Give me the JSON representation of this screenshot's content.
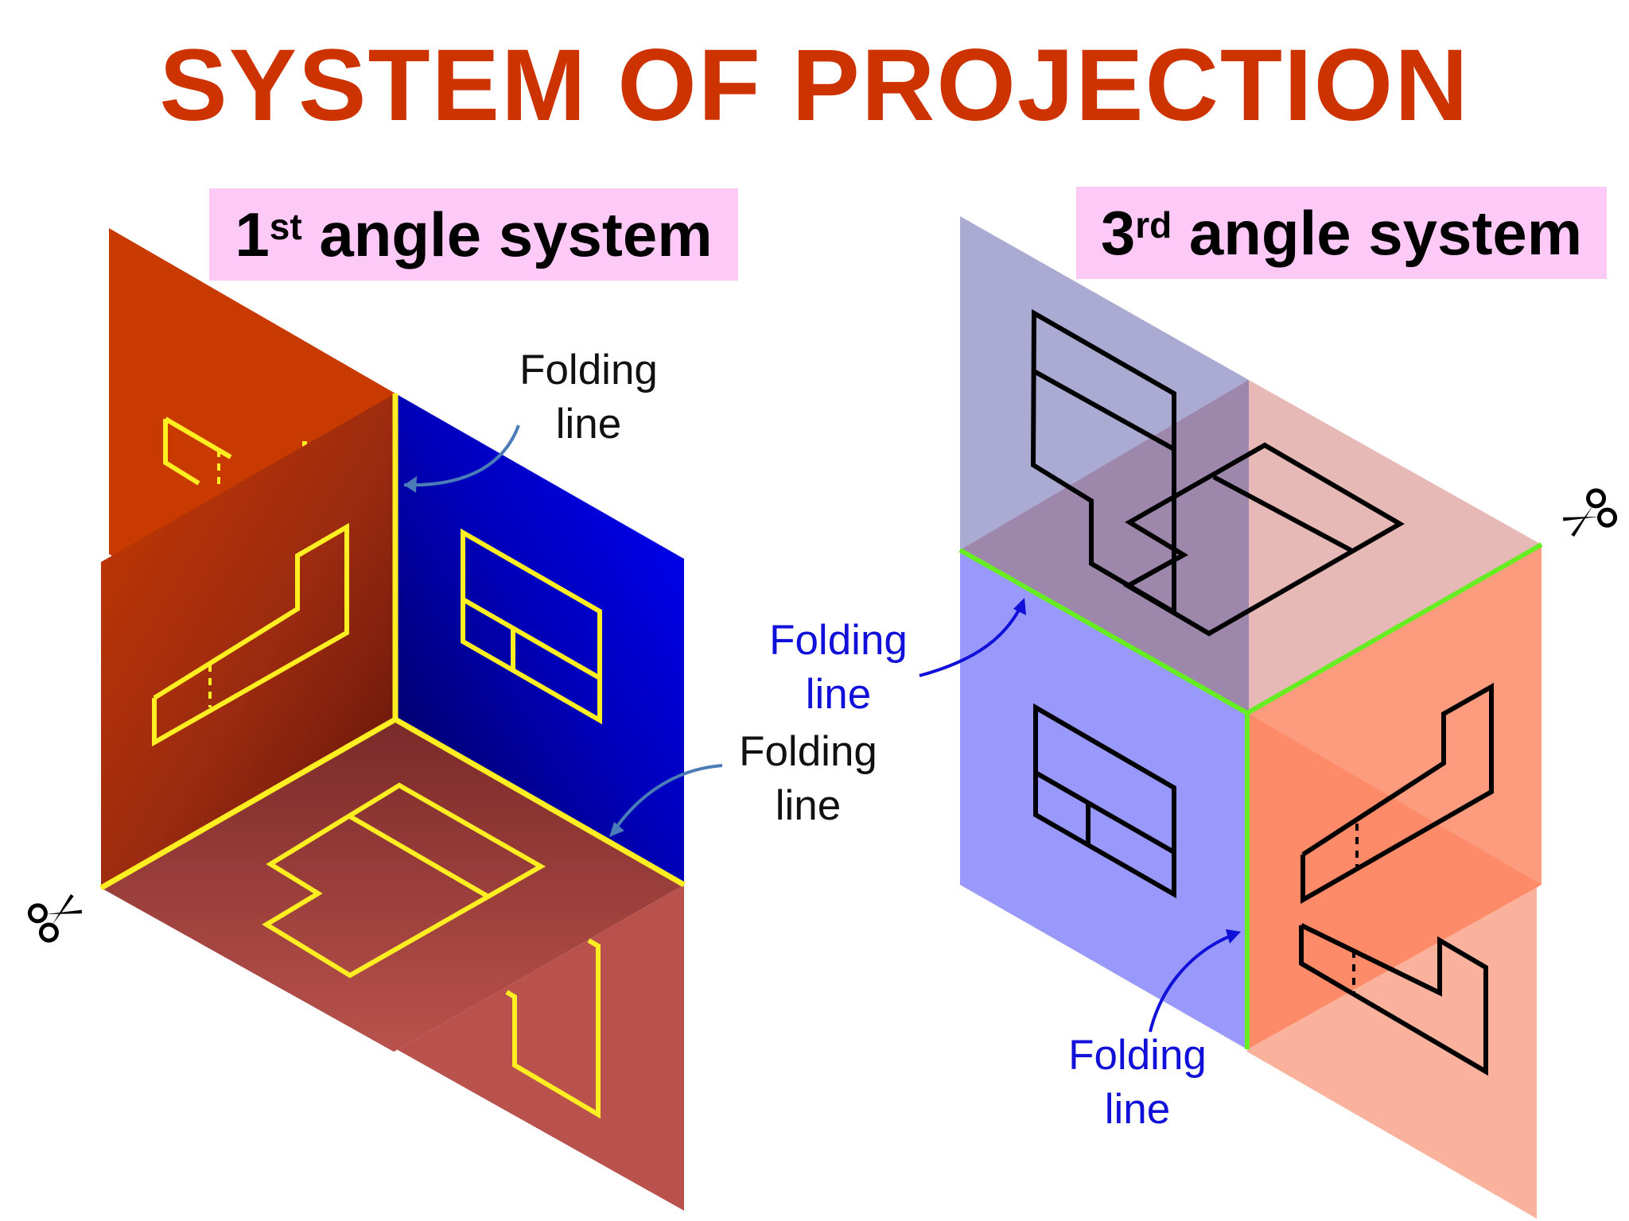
{
  "title": "SYSTEM OF PROJECTION",
  "first_angle": {
    "label_number": "1",
    "label_suffix": "st",
    "label_text": "angle system",
    "note_top": [
      "Folding",
      "line"
    ],
    "note_bottom": [
      "Folding",
      "line"
    ]
  },
  "third_angle": {
    "label_number": "3",
    "label_suffix": "rd",
    "label_text": "angle system",
    "note_left": [
      "Folding",
      "line"
    ],
    "note_bottom": [
      "Folding",
      "line"
    ]
  },
  "icons": [
    "scissors-icon",
    "scissors-icon"
  ],
  "colors": {
    "title": "#cc3300",
    "label_background": "#fdc9f6",
    "first_angle_vertical_plane": "#c83a00",
    "first_angle_right_plane": "#0000e0",
    "first_angle_horizontal_plane": "#b9524c",
    "first_angle_outline": "#ffee22",
    "third_angle_top_plane": "#aaaad3",
    "third_angle_front_plane": "#9999fc",
    "third_angle_right_plane": "#fba990",
    "third_angle_outline": "#000000",
    "third_angle_fold_line": "#66ee22",
    "note_dark": "#111111",
    "note_blue": "#1010d8"
  }
}
